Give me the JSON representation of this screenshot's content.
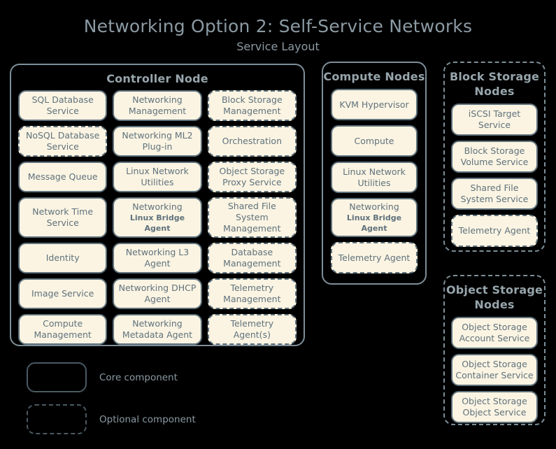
{
  "title": {
    "main": "Networking Option 2: Self-Service Networks",
    "sub": "Service Layout"
  },
  "colors": {
    "background": "#000000",
    "box_fill": "#fbf4e2",
    "box_border": "#5f727d",
    "group_border": "#7d8f99",
    "title_text": "#8b9aa3",
    "group_title_text": "#97a5ac",
    "box_text": "#5f727d"
  },
  "groups": [
    {
      "id": "controller",
      "title": "Controller Node",
      "border": "solid",
      "columns": [
        [
          {
            "label": "SQL Database Service",
            "type": "core"
          },
          {
            "label": "NoSQL Database Service",
            "type": "optional"
          },
          {
            "label": "Message Queue",
            "type": "core"
          },
          {
            "label": "Network Time Service",
            "type": "core"
          },
          {
            "label": "Identity",
            "type": "core"
          },
          {
            "label": "Image Service",
            "type": "core"
          },
          {
            "label": "Compute Management",
            "type": "core"
          }
        ],
        [
          {
            "label": "Networking Management",
            "type": "core"
          },
          {
            "label": "Networking ML2 Plug-in",
            "type": "core"
          },
          {
            "label": "Linux Network Utilities",
            "type": "core"
          },
          {
            "label": "Networking",
            "label2": "Linux Bridge Agent",
            "type": "core"
          },
          {
            "label": "Networking L3 Agent",
            "type": "core"
          },
          {
            "label": "Networking DHCP Agent",
            "type": "core"
          },
          {
            "label": "Networking Metadata Agent",
            "type": "core"
          }
        ],
        [
          {
            "label": "Block Storage Management",
            "type": "optional"
          },
          {
            "label": "Orchestration",
            "type": "optional"
          },
          {
            "label": "Object Storage Proxy Service",
            "type": "optional"
          },
          {
            "label": "Shared File System Management",
            "type": "optional"
          },
          {
            "label": "Database Management",
            "type": "optional"
          },
          {
            "label": "Telemetry Management",
            "type": "optional"
          },
          {
            "label": "Telemetry Agent(s)",
            "type": "optional"
          }
        ]
      ]
    },
    {
      "id": "compute",
      "title": "Compute Nodes",
      "border": "solid",
      "items": [
        {
          "label": "KVM Hypervisor",
          "type": "core"
        },
        {
          "label": "Compute",
          "type": "core"
        },
        {
          "label": "Linux Network Utilities",
          "type": "core"
        },
        {
          "label": "Networking",
          "label2": "Linux Bridge Agent",
          "type": "core"
        },
        {
          "label": "Telemetry Agent",
          "type": "optional"
        }
      ]
    },
    {
      "id": "blockstorage",
      "title": "Block Storage Nodes",
      "border": "dashed",
      "items": [
        {
          "label": "iSCSI Target Service",
          "type": "core"
        },
        {
          "label": "Block Storage Volume Service",
          "type": "core"
        },
        {
          "label": "Shared File System Service",
          "type": "core"
        },
        {
          "label": "Telemetry Agent",
          "type": "optional"
        }
      ]
    },
    {
      "id": "objectstorage",
      "title": "Object Storage Nodes",
      "border": "dashed",
      "items": [
        {
          "label": "Object Storage Account Service",
          "type": "core"
        },
        {
          "label": "Object Storage Container Service",
          "type": "core"
        },
        {
          "label": "Object Storage Object Service",
          "type": "core"
        }
      ]
    }
  ],
  "legend": {
    "core_label": "Core component",
    "optional_label": "Optional component"
  }
}
